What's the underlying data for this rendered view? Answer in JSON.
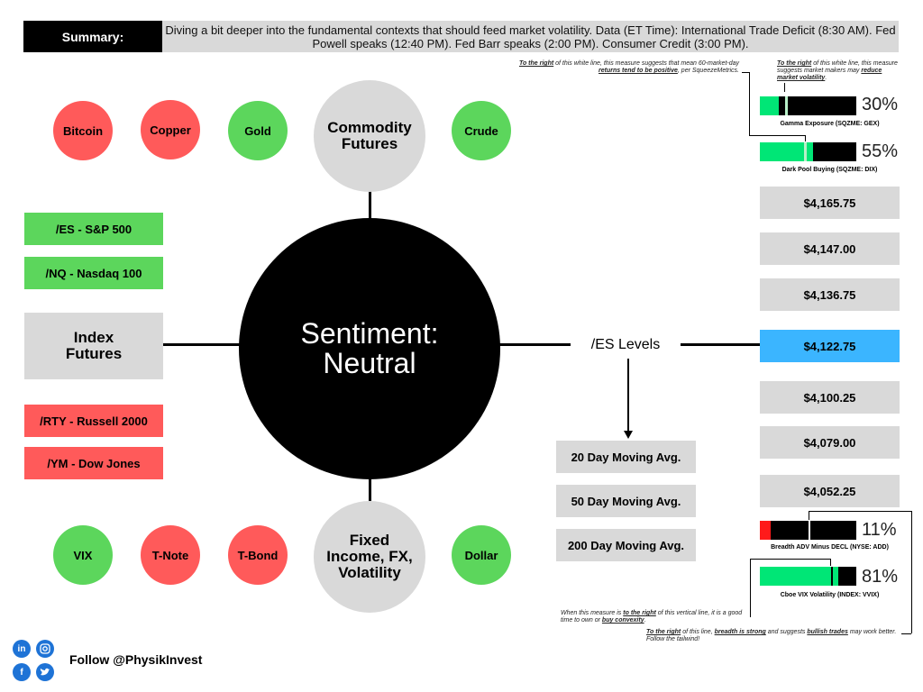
{
  "summary": {
    "label": "Summary:",
    "text": "Diving a bit deeper into the fundamental contexts that should feed market volatility. Data (ET Time): International Trade Deficit (8:30 AM). Fed Powell speaks (12:40 PM). Fed Barr speaks (2:00 PM). Consumer Credit (3:00 PM)."
  },
  "sentiment": {
    "line1": "Sentiment:",
    "line2": "Neutral"
  },
  "commodities": {
    "title_line1": "Commodity",
    "title_line2": "Futures",
    "items": [
      {
        "label": "Bitcoin",
        "status": "red"
      },
      {
        "label": "Copper",
        "status": "red"
      },
      {
        "label": "Gold",
        "status": "green"
      },
      {
        "label": "Crude",
        "status": "green"
      }
    ]
  },
  "fixed_income": {
    "title_line1": "Fixed",
    "title_line2": "Income, FX,",
    "title_line3": "Volatility",
    "items": [
      {
        "label": "VIX",
        "status": "green"
      },
      {
        "label": "T-Note",
        "status": "red"
      },
      {
        "label": "T-Bond",
        "status": "red"
      },
      {
        "label": "Dollar",
        "status": "green"
      }
    ]
  },
  "index_futures": {
    "title_line1": "Index",
    "title_line2": "Futures",
    "items": [
      {
        "label": "/ES - S&P 500",
        "status": "green"
      },
      {
        "label": "/NQ - Nasdaq 100",
        "status": "green"
      },
      {
        "label": "/RTY - Russell 2000",
        "status": "red"
      },
      {
        "label": "/YM - Dow Jones",
        "status": "red"
      }
    ]
  },
  "es_levels": {
    "label": "/ES Levels",
    "levels": [
      "$4,165.75",
      "$4,147.00",
      "$4,136.75",
      "$4,122.75",
      "$4,100.25",
      "$4,079.00",
      "$4,052.25"
    ],
    "highlight_index": 3
  },
  "moving_averages": [
    "20 Day Moving Avg.",
    "50 Day Moving Avg.",
    "200 Day Moving Avg."
  ],
  "gauges": {
    "gex": {
      "pct": "30%",
      "fill": 0.3,
      "label": "Gamma Exposure (SQZME: GEX)"
    },
    "dix": {
      "pct": "55%",
      "fill": 0.55,
      "label": "Dark Pool Buying (SQZME: DIX)"
    },
    "add": {
      "pct": "11%",
      "fill": 0.11,
      "label": "Breadth ADV Minus DECL (NYSE: ADD)"
    },
    "vvix": {
      "pct": "81%",
      "fill": 0.81,
      "label": "Cboe VIX Volatility (INDEX: VVIX)"
    }
  },
  "notes": {
    "dix_pre": "of this white line, this measure suggests that mean 60-market-day",
    "dix_u1": "To the right",
    "dix_u2": "returns tend to be positive",
    "dix_post": ", per SqueezeMetrics.",
    "gex_u1": "To the right",
    "gex_pre": "of this white line, this measure suggests market makers may",
    "gex_u2": "reduce market volatility",
    "vvix_pre": "When this measure is",
    "vvix_u1": "to the right",
    "vvix_mid": "of this vertical line, it is a good time to own or",
    "vvix_u2": "buy convexity",
    "add_u1": "To the right",
    "add_pre": "of this line,",
    "add_u2": "breadth is strong",
    "add_mid": "and suggests",
    "add_u3": "bullish trades",
    "add_post": "may work better. Follow the tailwind!"
  },
  "colors": {
    "red": "#ff5a5a",
    "green": "#5cd65c",
    "bright_green": "#00e676",
    "blue": "#3bb5ff",
    "grey": "#d9d9d9"
  },
  "footer": {
    "follow": "Follow @PhysikInvest",
    "icons": [
      "linkedin-icon",
      "instagram-icon",
      "facebook-icon",
      "twitter-icon"
    ]
  }
}
